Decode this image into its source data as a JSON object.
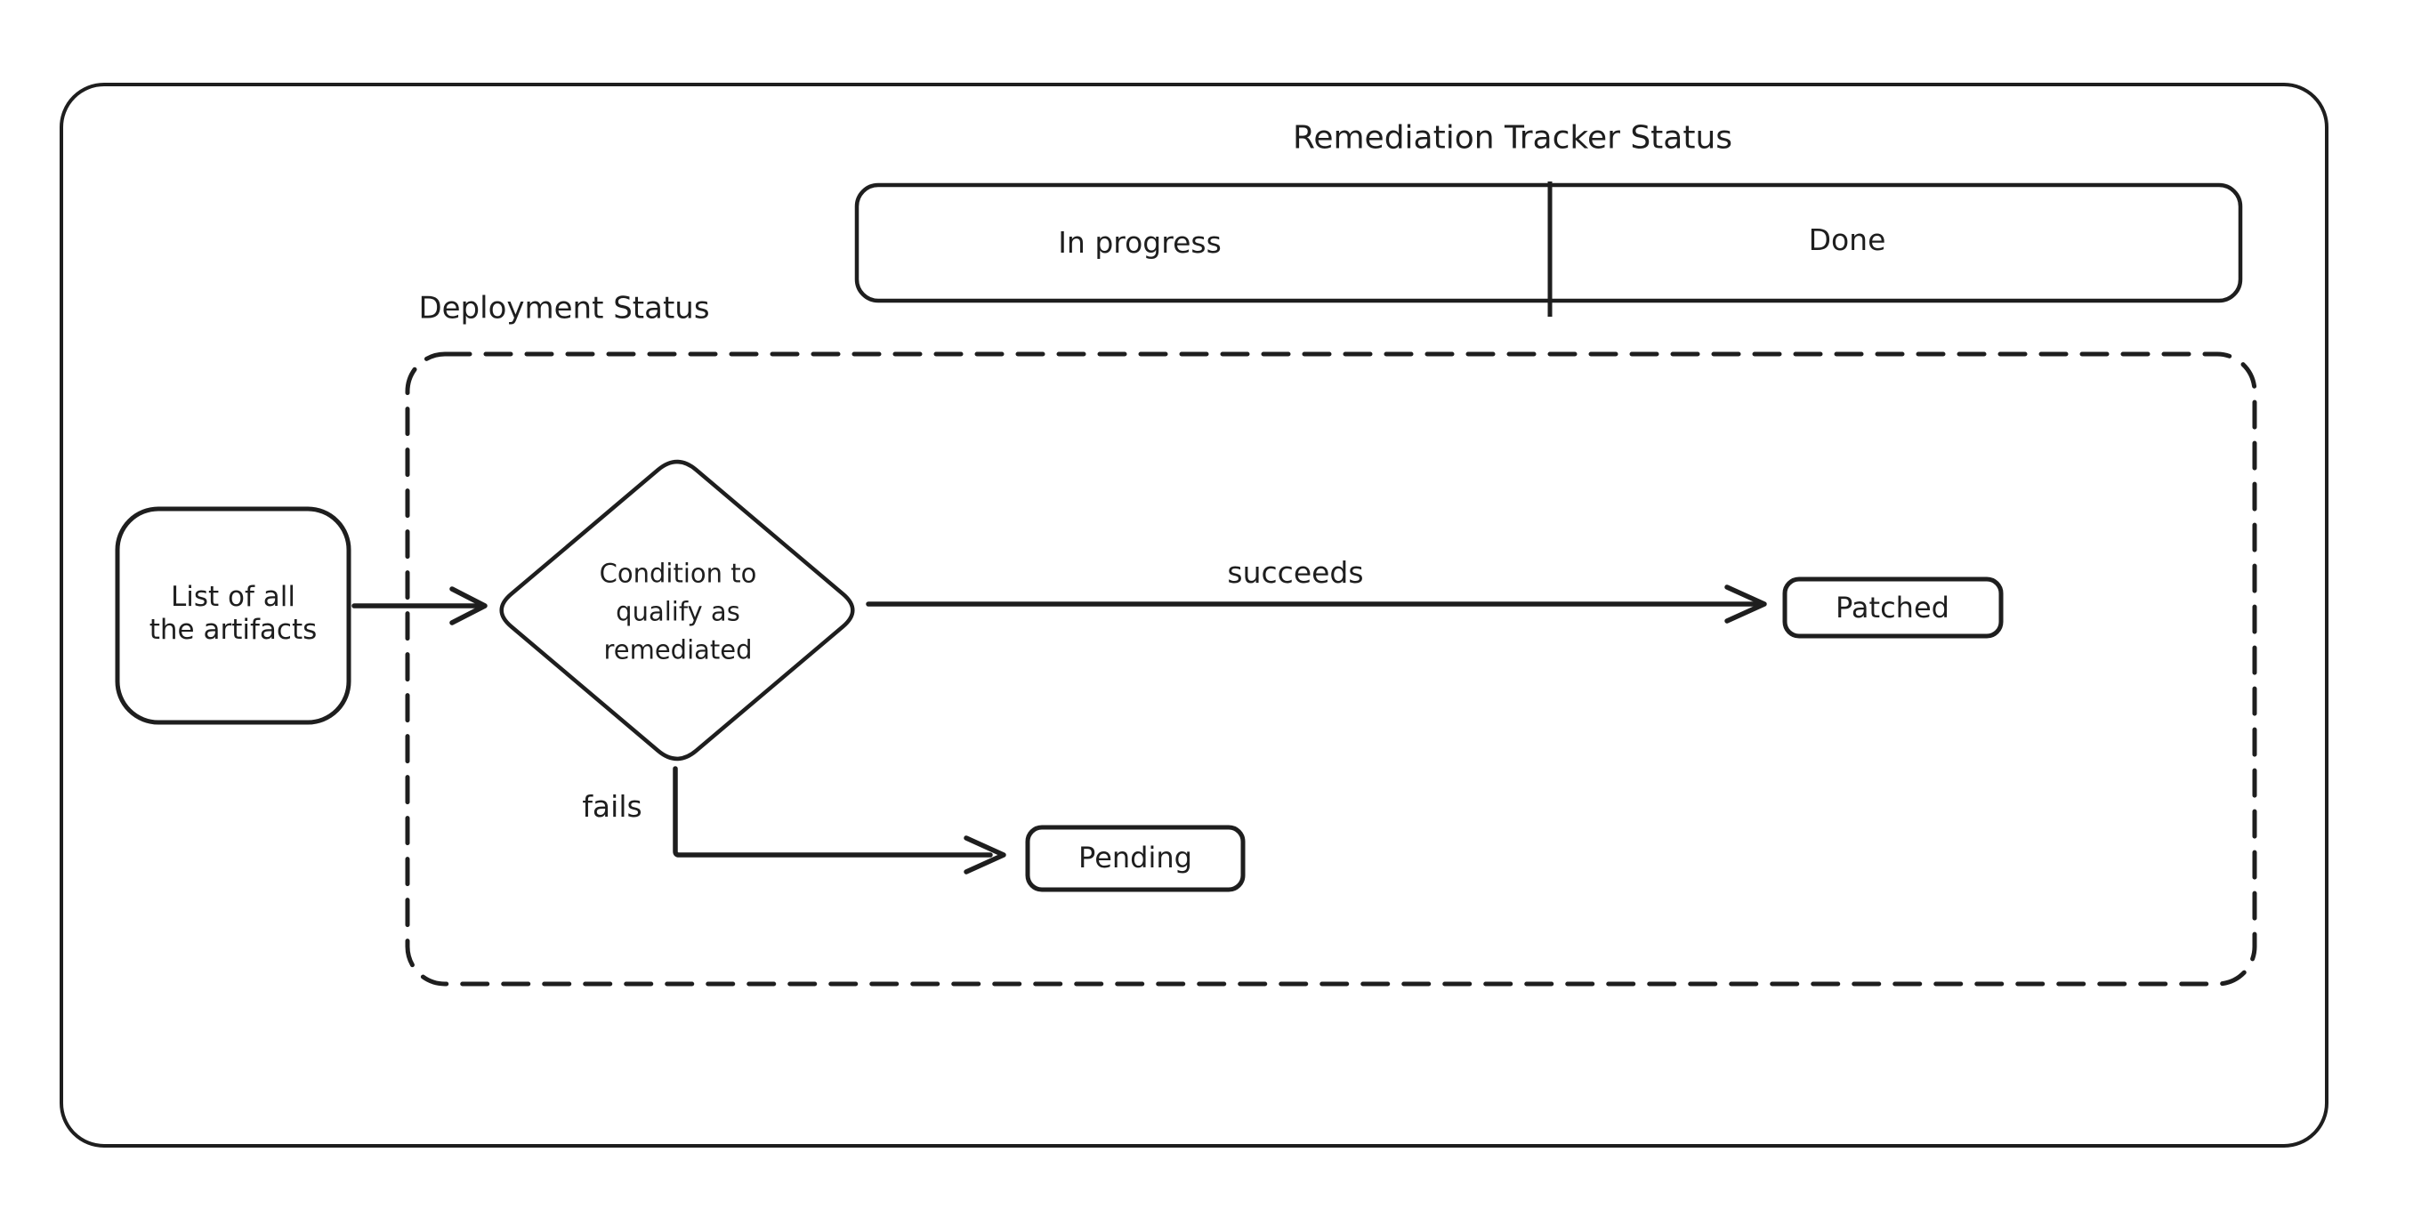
{
  "diagram": {
    "title": "Remediation Tracker Status",
    "tracker": {
      "in_progress": "In progress",
      "done": "Done"
    },
    "deployment": {
      "label": "Deployment Status"
    },
    "nodes": {
      "artifacts": {
        "line1": "List of all",
        "line2": "the artifacts"
      },
      "condition": {
        "line1": "Condition to",
        "line2": "qualify as",
        "line3": "remediated"
      },
      "patched": {
        "label": "Patched"
      },
      "pending": {
        "label": "Pending"
      }
    },
    "edges": {
      "succeeds": "succeeds",
      "fails": "fails"
    },
    "colors": {
      "stroke": "#1e1e1e",
      "background": "#ffffff"
    }
  }
}
